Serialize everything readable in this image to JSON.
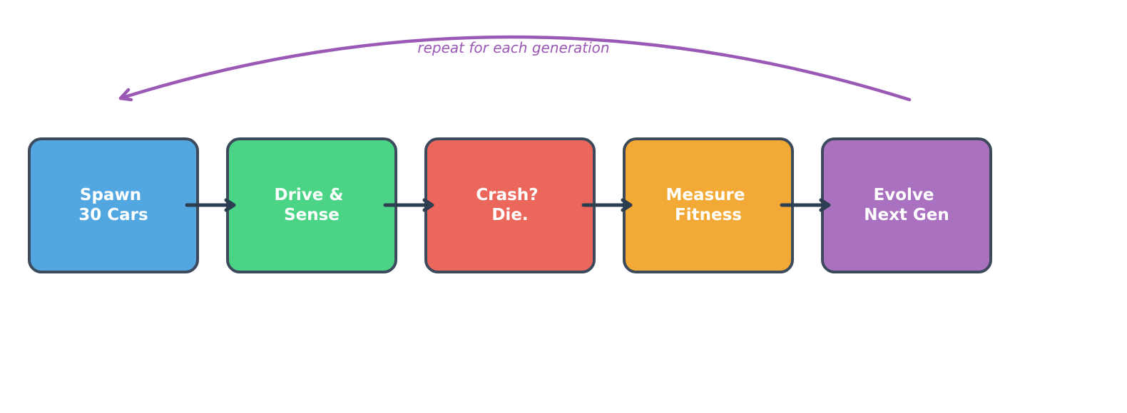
{
  "colors": {
    "box_outline": "#3d4a5c",
    "arrow": "#2c3e50",
    "loop": "#9b59b6"
  },
  "loop_label": "repeat for each generation",
  "steps": [
    {
      "line1": "Spawn",
      "line2": "30 Cars",
      "color": "#52a7e0"
    },
    {
      "line1": "Drive &",
      "line2": "Sense",
      "color": "#4cd486"
    },
    {
      "line1": "Crash?",
      "line2": "Die.",
      "color": "#eb675c"
    },
    {
      "line1": "Measure",
      "line2": "Fitness",
      "color": "#f2a936"
    },
    {
      "line1": "Evolve",
      "line2": "Next Gen",
      "color": "#aa71c0"
    }
  ]
}
